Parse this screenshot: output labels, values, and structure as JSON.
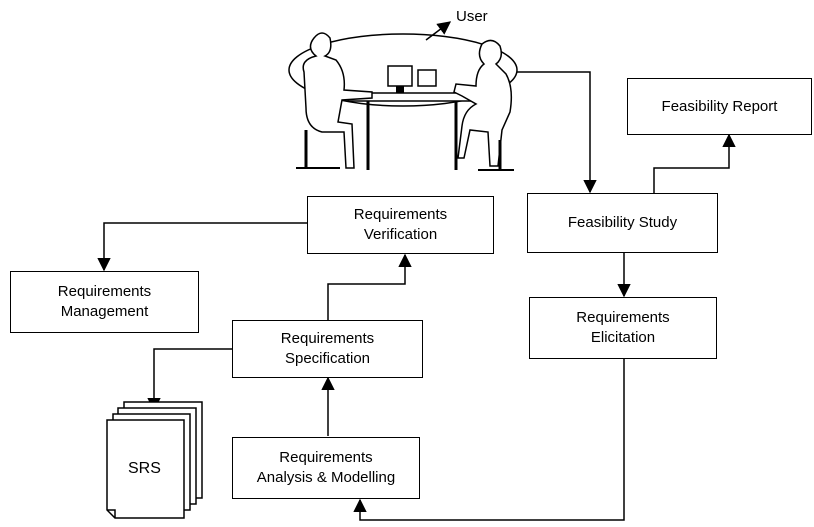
{
  "user_label": "User",
  "boxes": {
    "feasibility_report": [
      "Feasibility Report"
    ],
    "feasibility_study": [
      "Feasibility Study"
    ],
    "requirements_verification": [
      "Requirements",
      "Verification"
    ],
    "requirements_management": [
      "Requirements",
      "Management"
    ],
    "requirements_specification": [
      "Requirements",
      "Specification"
    ],
    "requirements_elicitation": [
      "Requirements",
      "Elicitation"
    ],
    "requirements_analysis": [
      "Requirements",
      "Analysis & Modelling"
    ]
  },
  "document_stack_label": "SRS",
  "colors": {
    "line": "#000000",
    "background": "#ffffff"
  }
}
